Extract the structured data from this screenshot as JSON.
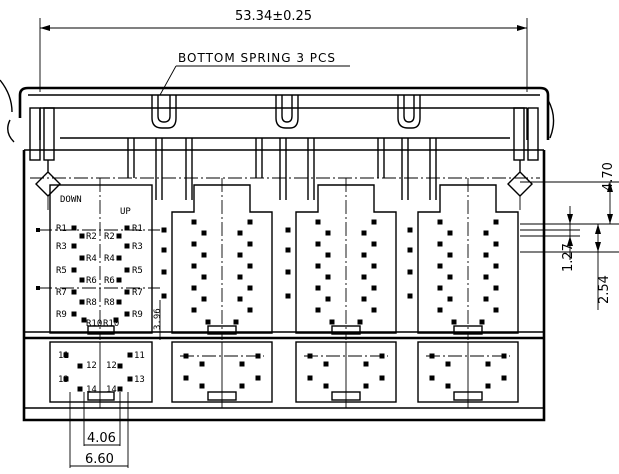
{
  "dimensions": {
    "overall_width": "53.34±0.25",
    "height_470": "4.70",
    "pitch_127": "1.27",
    "pitch_254": "2.54",
    "offset_396": "3.96",
    "width_406": "4.06",
    "width_660": "6.60"
  },
  "notes": {
    "spring": "BOTTOM SPRING 3 PCS"
  },
  "port_labels": {
    "down": "DOWN",
    "up": "UP",
    "left_column": [
      "R1",
      "R3",
      "R5",
      "R7",
      "R9"
    ],
    "left_inner": [
      "R2",
      "R4",
      "R6",
      "R8"
    ],
    "right_inner": [
      "R2",
      "R4",
      "R6",
      "R8"
    ],
    "right_column": [
      "R1",
      "R3",
      "R5",
      "R7",
      "R9"
    ],
    "bottom_pair": [
      "R10",
      "R10"
    ],
    "led_pins": [
      "11",
      "12",
      "12",
      "11",
      "13",
      "14",
      "14",
      "13"
    ]
  }
}
